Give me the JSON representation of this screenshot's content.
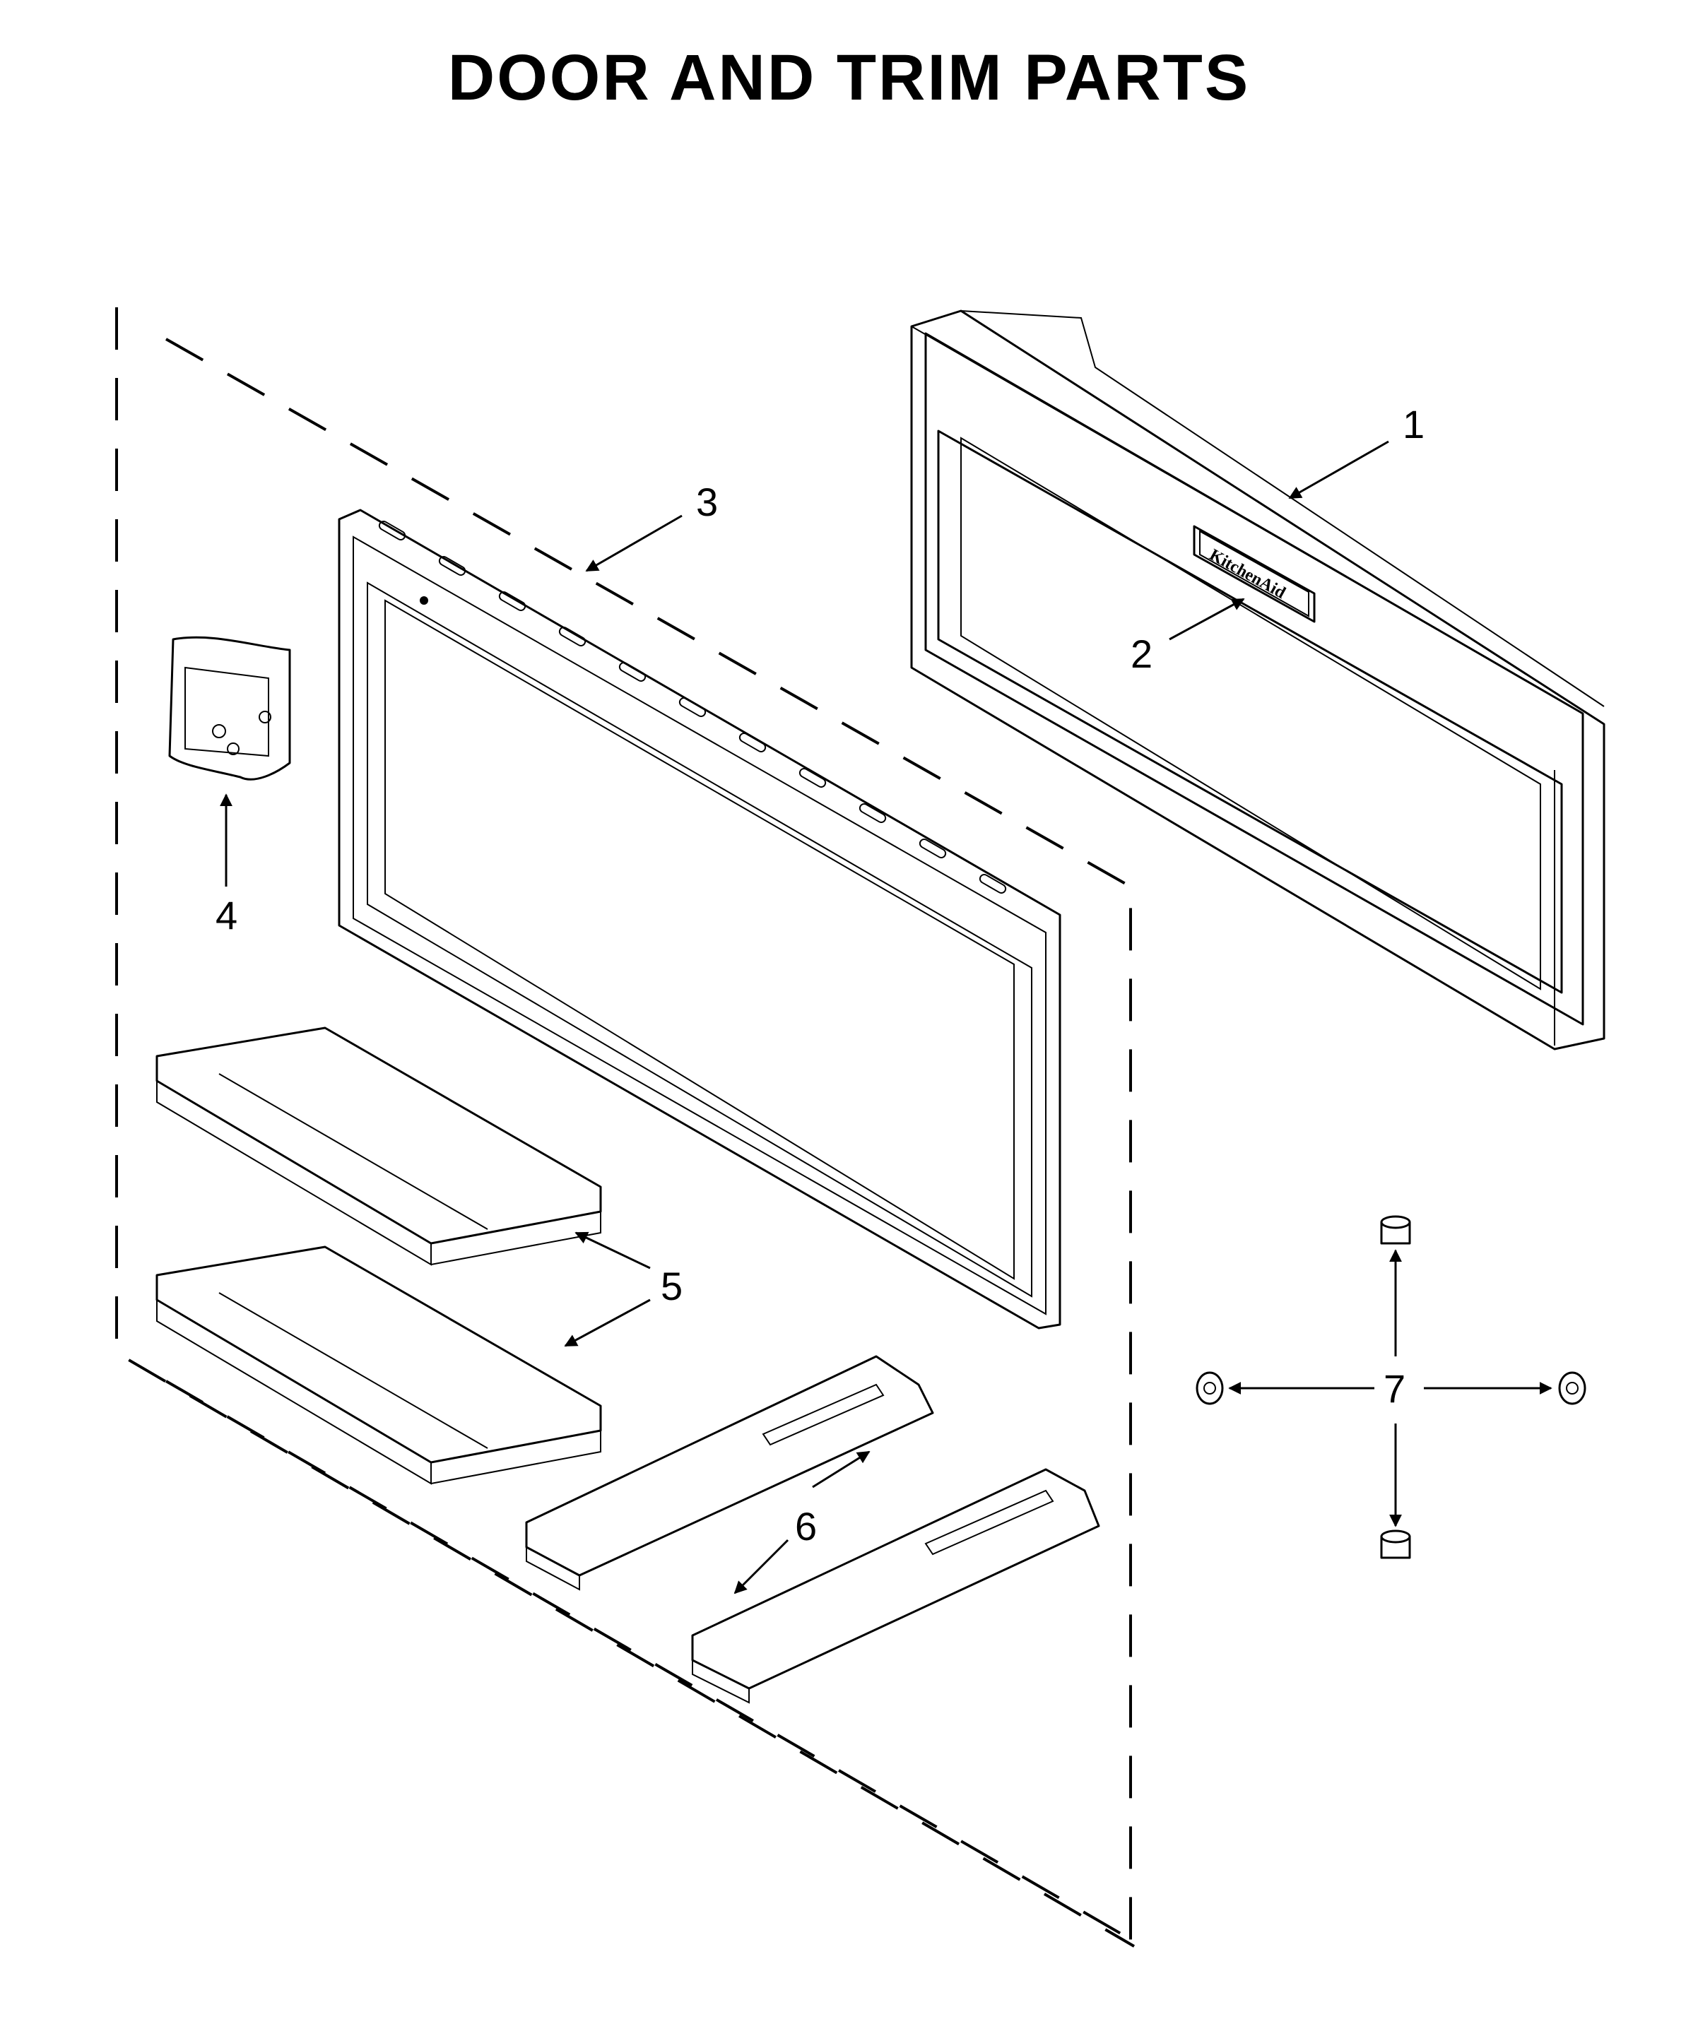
{
  "title": "DOOR AND TRIM PARTS",
  "logo_text": "KitchenAid",
  "callouts": [
    {
      "id": "1",
      "label": "1"
    },
    {
      "id": "2",
      "label": "2"
    },
    {
      "id": "3",
      "label": "3"
    },
    {
      "id": "4",
      "label": "4"
    },
    {
      "id": "5",
      "label": "5"
    },
    {
      "id": "6",
      "label": "6"
    },
    {
      "id": "7",
      "label": "7"
    }
  ]
}
